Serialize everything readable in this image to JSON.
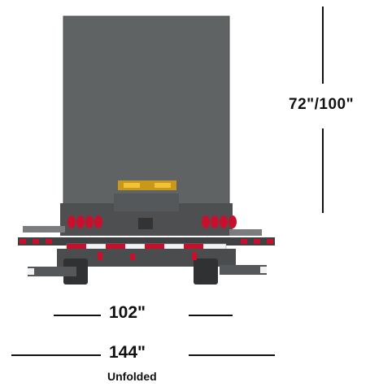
{
  "dimensions": {
    "height": "72\"/100\"",
    "width_folded": "102\"",
    "width_unfolded": "144\"",
    "unfolded_note": "Unfolded"
  },
  "colors": {
    "body": "#5f6263",
    "frame": "#3a3c3d",
    "light_red": "#c8102e",
    "light_amber": "#d4a21a",
    "bar_white": "#f2f2f2"
  }
}
